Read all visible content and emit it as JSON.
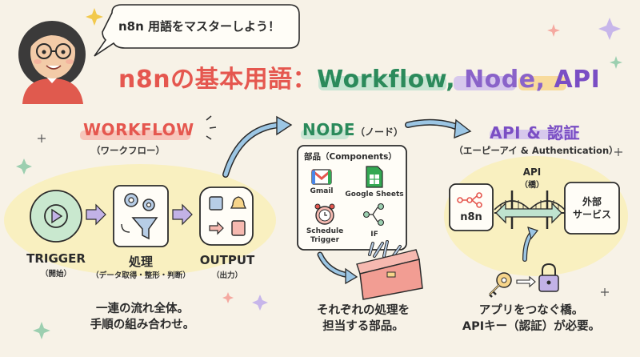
{
  "header": {
    "bubble": "n8n 用語をマスターしよう！",
    "title_prefix": "n8nの基本用語：",
    "title_workflow": "Workflow,",
    "title_node": "Node,",
    "title_api": "API"
  },
  "workflow": {
    "title": "WORKFLOW",
    "subtitle": "（ワークフロー）",
    "trigger_label": "TRIGGER",
    "trigger_sub": "（開始）",
    "process_label": "処理",
    "process_sub": "（データ取得・整形・判断）",
    "output_label": "OUTPUT",
    "output_sub": "（出力）",
    "desc_line1": "一連の流れ全体。",
    "desc_line2": "手順の組み合わせ。"
  },
  "node": {
    "title": "NODE",
    "title_suffix": "（ノード）",
    "components_title": "部品（Components）",
    "items": [
      {
        "label": "Gmail",
        "icon": "gmail-icon"
      },
      {
        "label": "Google Sheets",
        "icon": "sheets-icon"
      },
      {
        "label": "Schedule\nTrigger",
        "icon": "alarm-clock-icon"
      },
      {
        "label": "IF",
        "icon": "branch-icon"
      }
    ],
    "desc_line1": "それぞれの処理を",
    "desc_line2": "担当する部品。"
  },
  "api": {
    "title": "API & 認証",
    "subtitle": "（エーピーアイ & Authentication）",
    "bridge_label": "API",
    "bridge_sub": "（橋）",
    "n8n_label": "n8n",
    "external_line1": "外部",
    "external_line2": "サービス",
    "desc_line1": "アプリをつなぐ橋。",
    "desc_line2": "APIキー（認証）が必要。"
  },
  "colors": {
    "background": "#f7f2e7",
    "workflow_highlight": "#f6b9b0",
    "node_highlight": "#bfe3cf",
    "api_highlight": "#d3c3ec",
    "title_red": "#e5574f",
    "glow_yellow": "#fbeea0",
    "trigger_green": "#c9e8cf",
    "arrow_purple": "#c2b2e6",
    "arrow_blue": "#9cc6e4"
  }
}
